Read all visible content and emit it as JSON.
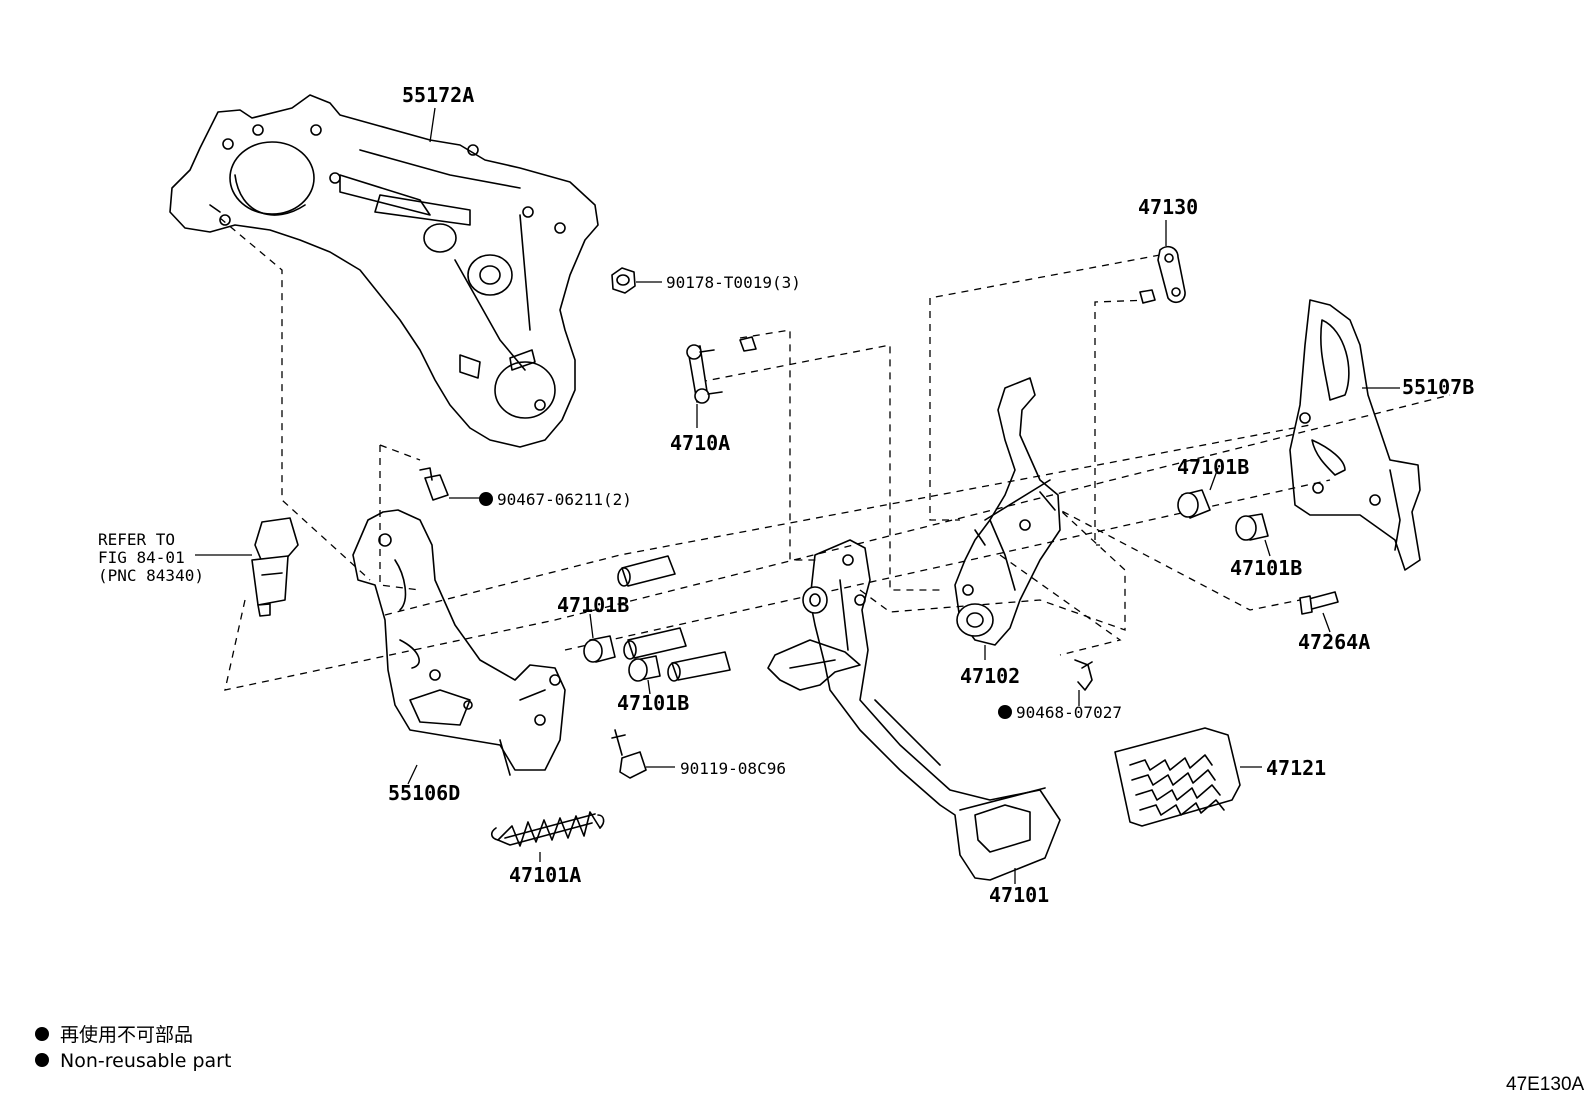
{
  "diagram": {
    "parts": {
      "p55172A": "55172A",
      "p90178": "90178-T0019(3)",
      "p47130": "47130",
      "p4710A": "4710A",
      "p55107B": "55107B",
      "p47101B_a": "47101B",
      "p47101B_b": "47101B",
      "p47101B_c": "47101B",
      "p47101B_d": "47101B",
      "p90467": "90467-06211(2)",
      "p47264A": "47264A",
      "p47102": "47102",
      "p90468": "90468-07027",
      "p55106D": "55106D",
      "p90119": "90119-08C96",
      "p47121": "47121",
      "p47101A": "47101A",
      "p47101": "47101"
    },
    "refer": {
      "line1": "REFER TO",
      "line2": "FIG 84-01",
      "line3": "(PNC 84340)"
    },
    "legend": {
      "japanese": "再使用不可部品",
      "english": "Non-reusable part"
    },
    "figure_code": "47E130A"
  }
}
